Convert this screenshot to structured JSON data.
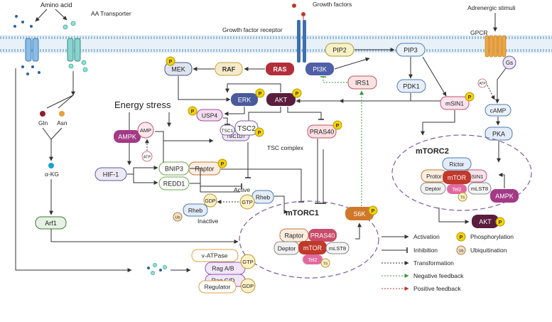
{
  "labels": {
    "amino_acid": "Amino acid",
    "aa_transporter": "AA Transporter",
    "growth_factors": "Growth factors",
    "growth_factor_receptor": "Growth factor receptor",
    "adrenergic_stimuli": "Adrenergic stimuli",
    "gpcr": "GPCR",
    "energy_stress": "Energy stress",
    "tsc_complex": "TSC complex",
    "active": "Active",
    "inactive": "Inactive"
  },
  "nodes": {
    "mek": "MEK",
    "raf": "RAF",
    "ras": "RAS",
    "pi3k": "PI3K",
    "pip2": "PIP2",
    "pip3": "PIP3",
    "irs1": "IRS1",
    "pdk1": "PDK1",
    "erk": "ERK",
    "akt": "AKT",
    "usp4": "USP4",
    "tsc1": "TSC1",
    "tsc2": "TSC2",
    "tbc1d7": "TBC1D7",
    "pras40": "PRAS40",
    "msin1": "mSIN1",
    "ampk": "AMPK",
    "amp": "AMP",
    "atp": "ATP",
    "raptor": "Raptor",
    "hif1": "HIF-1",
    "bnip3": "BNIP3",
    "redd1": "REDD1",
    "gln": "Gln",
    "asn": "Asn",
    "akg": "α-KG",
    "arf1": "Arf1",
    "gs": "Gs",
    "camp": "cAMP",
    "pka": "PKA",
    "rheb": "Rheb",
    "gtp": "GTP",
    "gdp": "GDP",
    "ub": "Ub",
    "s6k": "S6K",
    "akt2": "AKT",
    "ampk2": "AMPK",
    "vatpase": "v-ATPase",
    "rag_ab": "Rag A/B",
    "rag_cd": "Rag C/D",
    "regulator": "Regulator",
    "p": "P"
  },
  "mtorc1": {
    "title": "mTORC1",
    "raptor": "Raptor",
    "pras40": "PRAS40",
    "mtor": "mTOR",
    "deptor": "Deptor",
    "mlst8": "mLST8",
    "tel2": "Tel2",
    "tti": "Tti"
  },
  "mtorc2": {
    "title": "mTORC2",
    "rictor": "Rictor",
    "protor": "Protor",
    "msin1": "mSIN1",
    "mtor": "mTOR",
    "deptor": "Deptor",
    "mlst8": "mLST8",
    "tel2": "Tel2",
    "tti": "Tti"
  },
  "legend": {
    "activation": "Activation",
    "inhibition": "Inhibition",
    "transformation": "Transformation",
    "negative_feedback": "Negative feedback",
    "positive_feedback": "Positive feedback",
    "phosphorylation": "Phosphorylation",
    "ubiquitination": "Ubiquitination",
    "p_symbol": "P",
    "ub_symbol": "Ub"
  }
}
